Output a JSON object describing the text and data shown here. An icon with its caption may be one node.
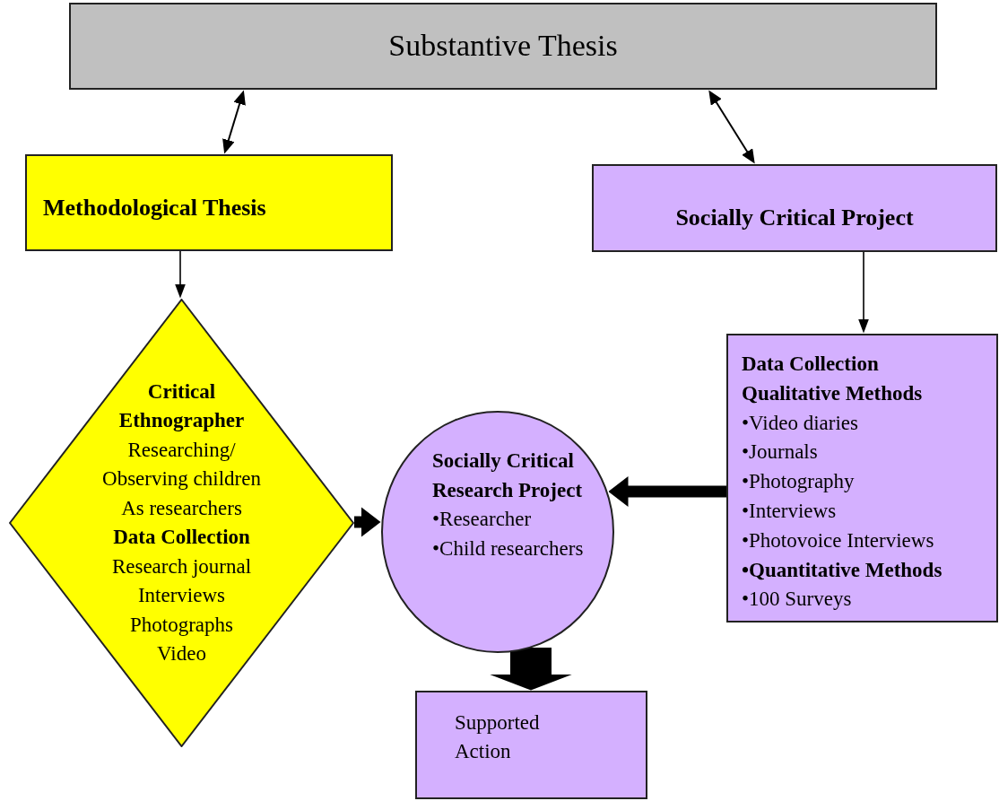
{
  "diagram": {
    "nodes": [
      {
        "text": [
          "Substantive Thesis"
        ]
      },
      {
        "text": [
          "Methodological Thesis"
        ]
      },
      {
        "text": [
          "Socially Critical Project"
        ]
      },
      {
        "text": [
          "Critical Ethnographer",
          "Researching/ Observing children As researchers",
          "Data Collection",
          "Research journal",
          "Interviews",
          "Photographs",
          "Video"
        ]
      },
      {
        "text": [
          "Socially Critical Research Project",
          "•Researcher",
          "•Child researchers"
        ]
      },
      {
        "text": [
          "Data Collection",
          "Qualitative Methods",
          "•Video diaries",
          "•Journals",
          "•Photography",
          "•Interviews",
          "•Photovoice Interviews",
          "•Quantitative Methods",
          "•100 Surveys"
        ]
      },
      {
        "text": [
          "Supported Action"
        ]
      }
    ],
    "edges": [
      {
        "from": 0,
        "to": 1,
        "arrow": "both"
      },
      {
        "from": 0,
        "to": 2,
        "arrow": "both"
      },
      {
        "from": 1,
        "to": 3,
        "arrow": "to"
      },
      {
        "from": 2,
        "to": 5,
        "arrow": "to"
      },
      {
        "from": 3,
        "to": 4,
        "arrow": "to",
        "style": "thick"
      },
      {
        "from": 5,
        "to": 4,
        "arrow": "to",
        "style": "thick"
      },
      {
        "from": 4,
        "to": 6,
        "arrow": "to",
        "style": "thick"
      }
    ]
  }
}
